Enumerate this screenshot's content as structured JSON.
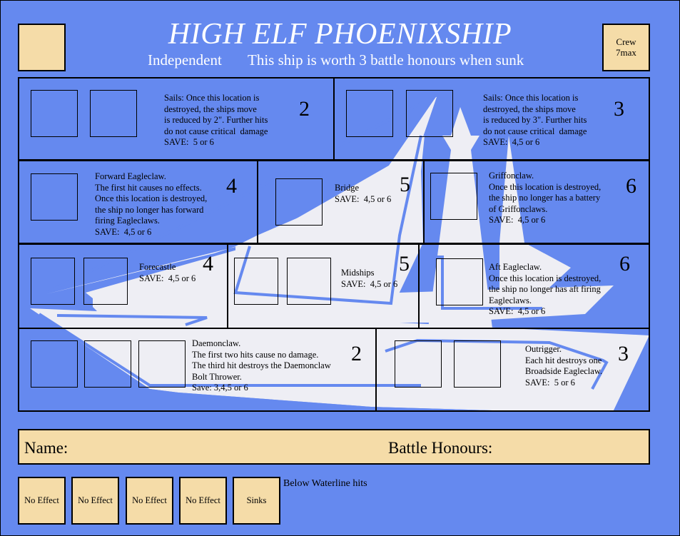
{
  "header": {
    "title": "HIGH ELF PHOENIXSHIP",
    "faction": "Independent",
    "worth": "This ship is worth 3 battle honours when sunk",
    "crew_label": "Crew",
    "crew_value": "7max"
  },
  "colors": {
    "background": "#6589ef",
    "tan": "#f5dca8",
    "ship": "#eeeef4"
  },
  "locations": [
    {
      "id": "sails-fore",
      "roll": "2",
      "lines": [
        "Sails: Once this location is",
        "destroyed, the ships move",
        "is reduced by 2\". Further hits",
        "do not cause critical  damage",
        "SAVE:  5 or 6"
      ],
      "boxes": 2
    },
    {
      "id": "sails-aft",
      "roll": "3",
      "lines": [
        "Sails: Once this location is",
        "destroyed, the ships move",
        "is reduced by 3\". Further hits",
        "do not cause critical  damage",
        "SAVE:  4,5 or 6"
      ],
      "boxes": 2
    },
    {
      "id": "forward-eagleclaw",
      "roll": "4",
      "lines": [
        "Forward Eagleclaw.",
        "The first hit causes no effects.",
        "Once this location is destroyed,",
        "the ship no longer has forward",
        "firing Eagleclaws.",
        "SAVE:  4,5 or 6"
      ],
      "boxes": 1
    },
    {
      "id": "bridge",
      "roll": "5",
      "lines": [
        "Bridge",
        "SAVE:  4,5 or 6"
      ],
      "boxes": 1
    },
    {
      "id": "griffonclaw",
      "roll": "6",
      "lines": [
        "Griffonclaw.",
        "Once this location is destroyed,",
        "the ship no longer has a battery",
        "of Griffonclaws.",
        "SAVE:  4,5 or 6"
      ],
      "boxes": 1
    },
    {
      "id": "forecastle",
      "roll": "4",
      "lines": [
        "Forecastle",
        "SAVE:  4,5 or 6"
      ],
      "boxes": 2
    },
    {
      "id": "midships",
      "roll": "5",
      "lines": [
        "Midships",
        "SAVE:  4,5 or 6"
      ],
      "boxes": 2
    },
    {
      "id": "aft-eagleclaw",
      "roll": "6",
      "lines": [
        "Aft Eagleclaw.",
        "Once this location is destroyed,",
        "the ship no longer has aft firing",
        "Eagleclaws.",
        "SAVE:  4,5 or 6"
      ],
      "boxes": 1
    },
    {
      "id": "daemonclaw",
      "roll": "2",
      "lines": [
        "Daemonclaw.",
        "The first two hits cause no damage.",
        "The third hit destroys the Daemonclaw",
        "Bolt Thrower.",
        "Save: 3,4,5 or 6"
      ],
      "boxes": 3
    },
    {
      "id": "outrigger",
      "roll": "3",
      "lines": [
        "Outrigger.",
        "Each hit destroys one",
        "Broadside Eagleclaw.",
        "SAVE:  5 or 6"
      ],
      "boxes": 2
    }
  ],
  "record": {
    "name_label": "Name:",
    "honours_label": "Battle Honours:"
  },
  "waterline": {
    "caption": "Below Waterline hits",
    "boxes": [
      "No Effect",
      "No Effect",
      "No Effect",
      "No Effect",
      "Sinks"
    ]
  }
}
